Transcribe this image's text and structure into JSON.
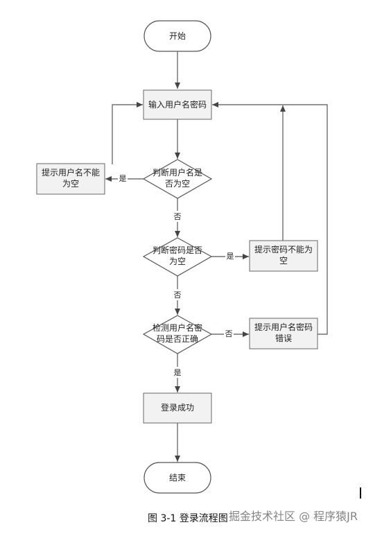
{
  "nodes": {
    "start": "开始",
    "input": "输入用户名密码",
    "check_user": [
      "判断用户名是",
      "否为空"
    ],
    "tip_user_empty": [
      "提示用户名不能",
      "为空"
    ],
    "check_pwd": [
      "判断密码是否",
      "为空"
    ],
    "tip_pwd_empty": [
      "提示密码不能为",
      "空"
    ],
    "verify": [
      "检测用户名密",
      "码是否正确"
    ],
    "tip_wrong": [
      "提示用户名密码",
      "错误"
    ],
    "success": "登录成功",
    "end": "结束"
  },
  "edges": {
    "user_yes": "是",
    "user_no": "否",
    "pwd_yes": "是",
    "pwd_no": "否",
    "verify_no": "否",
    "verify_yes": "是"
  },
  "caption": "图 3-1 登录流程图",
  "watermark": "掘金技术社区 @ 程序猿JR"
}
